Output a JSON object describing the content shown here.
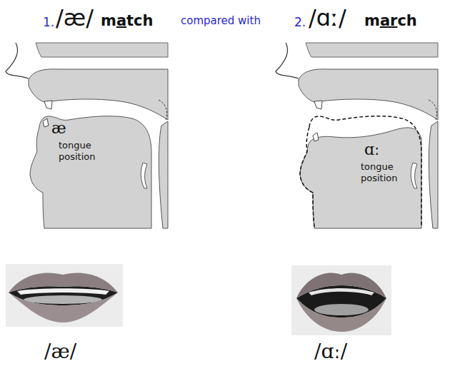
{
  "diagram": {
    "labels": [
      "1.",
      "/æ/",
      "match",
      "compared with",
      "2.",
      "/ɑː/",
      "march",
      "æ",
      "tongue position",
      "ɑː",
      "tongue position",
      "/æ/",
      "/ɑː/"
    ]
  }
}
